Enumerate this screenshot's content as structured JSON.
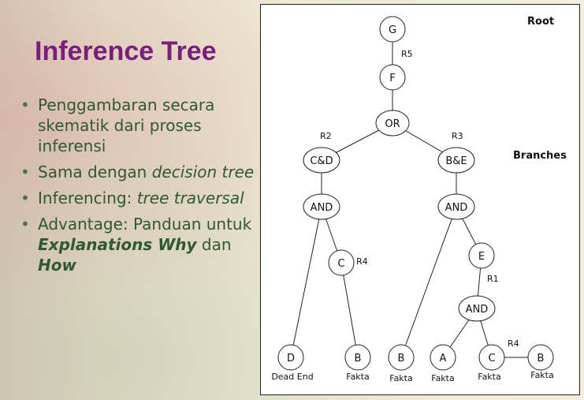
{
  "slide": {
    "title": "Inference Tree",
    "bullets": [
      {
        "parts": [
          {
            "text": "Penggambaran secara skematik dari proses inferensi",
            "style": "normal"
          }
        ]
      },
      {
        "parts": [
          {
            "text": "Sama dengan ",
            "style": "normal"
          },
          {
            "text": "decision tree",
            "style": "italic"
          }
        ]
      },
      {
        "parts": [
          {
            "text": "Inferencing: ",
            "style": "normal"
          },
          {
            "text": "tree traversal",
            "style": "italic"
          }
        ]
      },
      {
        "parts": [
          {
            "text": "Advantage: Panduan untuk ",
            "style": "normal"
          },
          {
            "text": "Explanations Why",
            "style": "bold-italic"
          },
          {
            "text": " dan ",
            "style": "normal"
          },
          {
            "text": "How",
            "style": "bold-italic"
          }
        ]
      }
    ]
  },
  "diagram": {
    "section_labels": {
      "root": "Root",
      "branches": "Branches"
    },
    "nodes": [
      {
        "id": "g",
        "label": "G"
      },
      {
        "id": "f",
        "label": "F"
      },
      {
        "id": "or",
        "label": "OR"
      },
      {
        "id": "cd",
        "label": "C&D"
      },
      {
        "id": "be",
        "label": "B&E"
      },
      {
        "id": "and-left",
        "label": "AND"
      },
      {
        "id": "and-right",
        "label": "AND"
      },
      {
        "id": "c-mid",
        "label": "C"
      },
      {
        "id": "e",
        "label": "E"
      },
      {
        "id": "and-lower",
        "label": "AND"
      },
      {
        "id": "d",
        "label": "D"
      },
      {
        "id": "b-left",
        "label": "B"
      },
      {
        "id": "b-mid",
        "label": "B"
      },
      {
        "id": "a",
        "label": "A"
      },
      {
        "id": "c-low",
        "label": "C"
      },
      {
        "id": "b-right",
        "label": "B"
      }
    ],
    "edges": [
      {
        "from": "g",
        "to": "f"
      },
      {
        "from": "f",
        "to": "or"
      },
      {
        "from": "or",
        "to": "cd"
      },
      {
        "from": "or",
        "to": "be"
      },
      {
        "from": "cd",
        "to": "and-left"
      },
      {
        "from": "be",
        "to": "and-right"
      },
      {
        "from": "and-left",
        "to": "d"
      },
      {
        "from": "and-left",
        "to": "c-mid"
      },
      {
        "from": "c-mid",
        "to": "b-left"
      },
      {
        "from": "and-right",
        "to": "b-mid"
      },
      {
        "from": "and-right",
        "to": "e"
      },
      {
        "from": "e",
        "to": "and-lower"
      },
      {
        "from": "and-lower",
        "to": "a"
      },
      {
        "from": "and-lower",
        "to": "c-low"
      },
      {
        "from": "c-low",
        "to": "b-right"
      }
    ],
    "rule_labels": [
      {
        "id": "r5",
        "text": "R5"
      },
      {
        "id": "r2",
        "text": "R2"
      },
      {
        "id": "r3",
        "text": "R3"
      },
      {
        "id": "r4-mid",
        "text": "R4"
      },
      {
        "id": "r1",
        "text": "R1"
      },
      {
        "id": "r4-low",
        "text": "R4"
      }
    ],
    "leaf_captions": [
      {
        "id": "d",
        "text": "Dead End"
      },
      {
        "id": "b-left",
        "text": "Fakta"
      },
      {
        "id": "b-mid",
        "text": "Fakta"
      },
      {
        "id": "a",
        "text": "Fakta"
      },
      {
        "id": "c-low",
        "text": "Fakta"
      },
      {
        "id": "b-right",
        "text": "Fakta"
      }
    ]
  }
}
